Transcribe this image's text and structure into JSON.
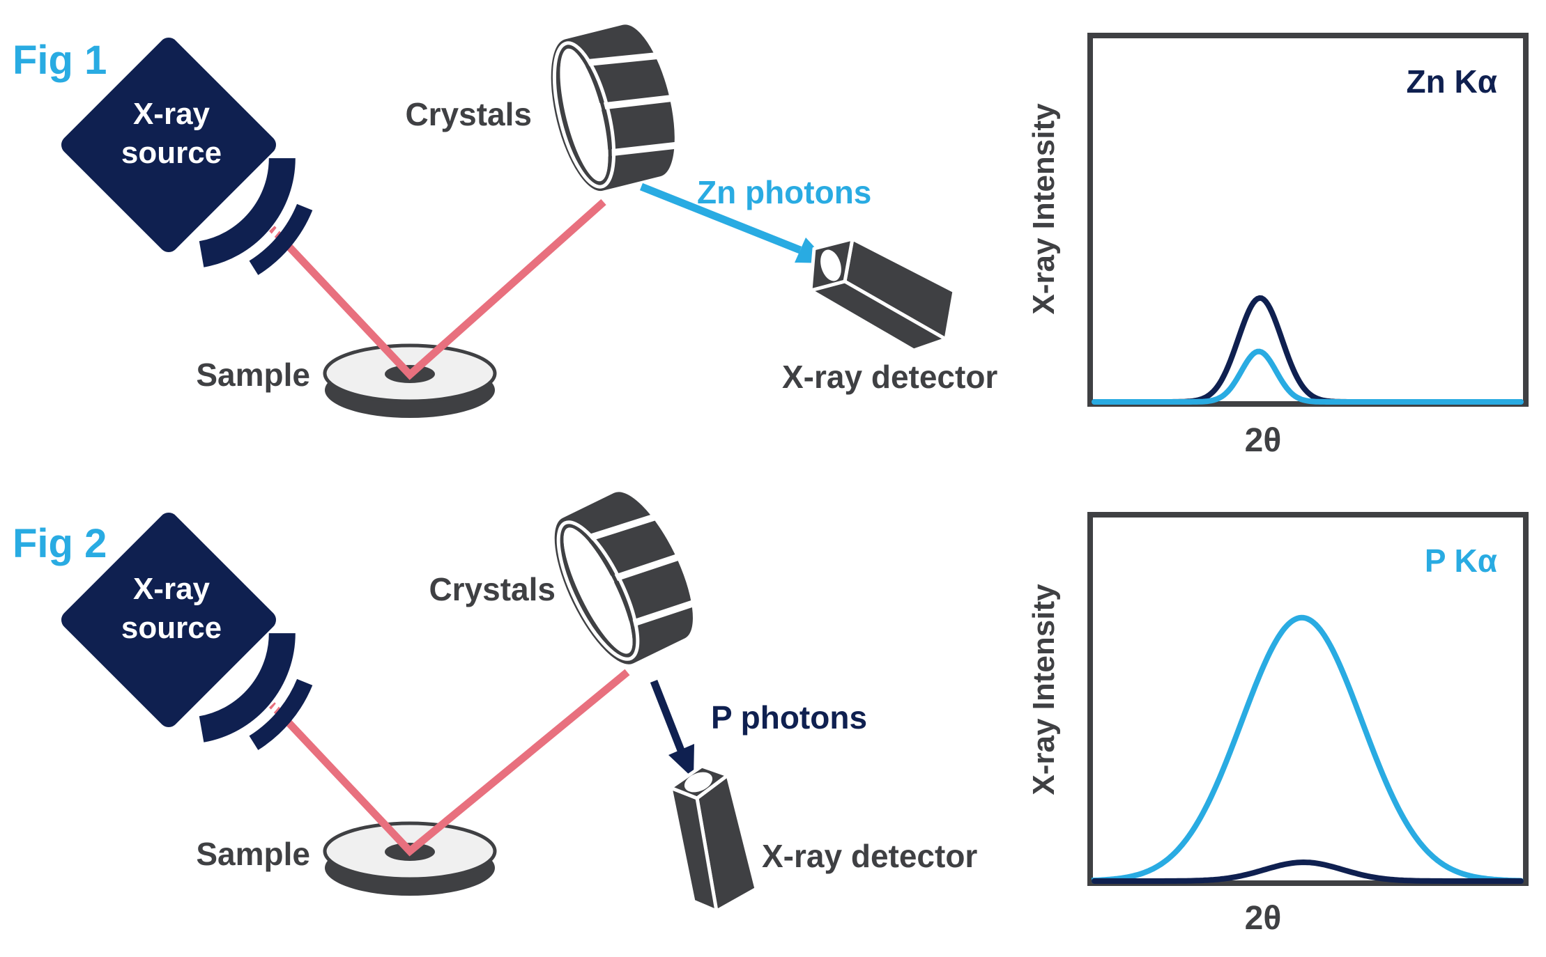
{
  "colors": {
    "navy": "#0f2050",
    "cyan": "#29abe2",
    "pink": "#e8707e",
    "dark_gray": "#3f4043",
    "light_gray": "#f0f0f0",
    "white": "#ffffff"
  },
  "figures": [
    {
      "label": "Fig 1",
      "source_line1": "X-ray",
      "source_line2": "source",
      "crystals_label": "Crystals",
      "sample_label": "Sample",
      "photons_label": "Zn photons",
      "detector_label": "X-ray detector",
      "chart_corner_label": "Zn Kα",
      "ylabel": "X-ray Intensity",
      "xlabel": "2θ"
    },
    {
      "label": "Fig 2",
      "source_line1": "X-ray",
      "source_line2": "source",
      "crystals_label": "Crystals",
      "sample_label": "Sample",
      "photons_label": "P photons",
      "detector_label": "X-ray detector",
      "chart_corner_label": "P Kα",
      "ylabel": "X-ray Intensity",
      "xlabel": "2θ"
    }
  ],
  "chart_data": [
    {
      "figure": "Fig 1",
      "type": "line",
      "title": "Zn Kα",
      "xlabel": "2θ",
      "ylabel": "X-ray Intensity",
      "axes": {
        "x_ticks": [],
        "y_ticks": [],
        "note": "unlabeled arbitrary units, framed box, no grid"
      },
      "series": [
        {
          "name": "navy curve - tall narrow Zn Ka peak",
          "color": "#0f2050",
          "peak_center_frac": 0.39,
          "peak_height_frac": 0.282,
          "peak_sigma_frac": 0.05
        },
        {
          "name": "light blue curve - short narrow Zn Ka peak",
          "color": "#29abe2",
          "peak_center_frac": 0.387,
          "peak_height_frac": 0.137,
          "peak_sigma_frac": 0.04
        }
      ]
    },
    {
      "figure": "Fig 2",
      "type": "line",
      "title": "P Kα",
      "xlabel": "2θ",
      "ylabel": "X-ray Intensity",
      "axes": {
        "x_ticks": [],
        "y_ticks": [],
        "note": "unlabeled arbitrary units, framed box, no grid"
      },
      "series": [
        {
          "name": "light blue curve - tall broad P Ka peak",
          "color": "#29abe2",
          "peak_center_frac": 0.486,
          "peak_height_frac": 0.715,
          "peak_sigma_frac": 0.138
        },
        {
          "name": "navy curve - very short broad P Ka peak",
          "color": "#0f2050",
          "peak_center_frac": 0.49,
          "peak_height_frac": 0.051,
          "peak_sigma_frac": 0.09
        }
      ]
    }
  ]
}
